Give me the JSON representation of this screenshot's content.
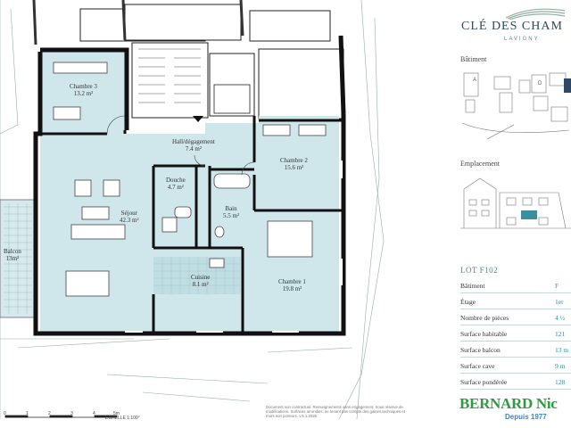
{
  "brand": {
    "name": "CLÉ DES CHAM",
    "location": "LAVIGNY"
  },
  "sections": {
    "building": "Bâtiment",
    "location": "Emplacement"
  },
  "building_tags": [
    "A",
    "D"
  ],
  "rooms": [
    {
      "name": "Chambre 3",
      "area": "13.2 m²"
    },
    {
      "name": "Hall/dégagement",
      "area": "7.4 m²"
    },
    {
      "name": "Chambre 2",
      "area": "15.6 m²"
    },
    {
      "name": "Douche",
      "area": "4.7 m²"
    },
    {
      "name": "Bain",
      "area": "5.5 m²"
    },
    {
      "name": "Séjour",
      "area": "42.3 m²"
    },
    {
      "name": "Balcon",
      "area": "13m²"
    },
    {
      "name": "Cuisine",
      "area": "8.1 m²"
    },
    {
      "name": "Chambre 1",
      "area": "19.8 m²"
    }
  ],
  "lot": {
    "title": "LOT F102",
    "specs": [
      {
        "label": "Bâtiment",
        "value": "F"
      },
      {
        "label": "Étage",
        "value": "1er"
      },
      {
        "label": "Nombre de pièces",
        "value": "4 ½"
      },
      {
        "label": "Surface habitable",
        "value": "121"
      },
      {
        "label": "Surface balcon",
        "value": "13 m"
      },
      {
        "label": "Surface cave",
        "value": "9 m"
      },
      {
        "label": "Surface pondérée",
        "value": "128"
      }
    ]
  },
  "scale": {
    "ticks": [
      "0",
      "1",
      "2",
      "3",
      "4",
      "5m"
    ],
    "label": "ÉCHELLE 1:100°"
  },
  "disclaimer": "Document non contractuel. Renseignements sans engagement. Sous réserve de modifications. Surfaces arrondies, ne tenant pas compte des gaines techniques et murs non porteurs. v.5.1.2026",
  "agency": {
    "name": "BERNARD Nic",
    "since": "Depuis 1977"
  },
  "colors": {
    "room_fill": "#cfe6ea",
    "wall": "#111111",
    "accent": "#3a8fa0",
    "brand": "#2c4a64",
    "agency": "#2f9a3f"
  }
}
